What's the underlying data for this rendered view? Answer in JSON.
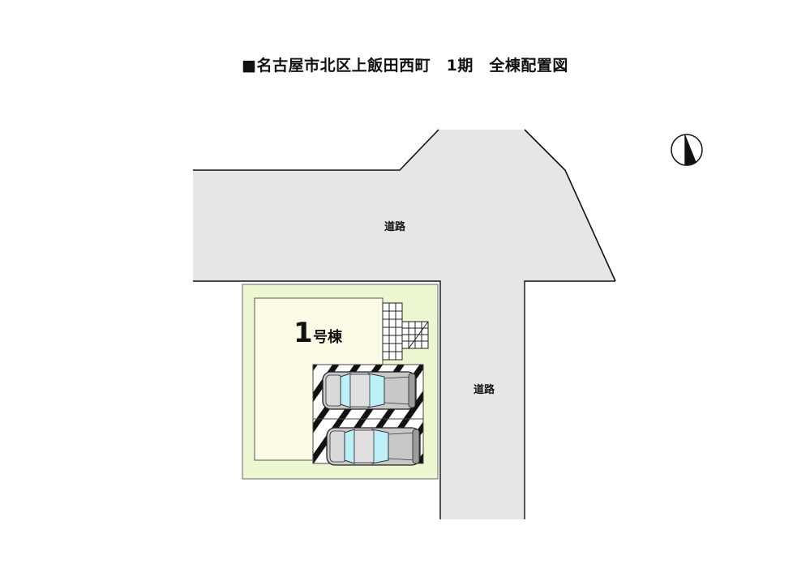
{
  "title": "■名古屋市北区上飯田西町　1期　全棟配置図",
  "roads": {
    "north_label": "道路",
    "east_label": "道路"
  },
  "building": {
    "number": "1",
    "suffix": "号棟"
  },
  "colors": {
    "road": "#e6e6e6",
    "lot": "#ecf7d2",
    "building": "#fbfbe6",
    "car_window": "#bdeff6",
    "car_body": "#c8c8c8"
  },
  "icons": [
    "north-arrow-icon",
    "stair-grid-icon",
    "car-icon"
  ]
}
